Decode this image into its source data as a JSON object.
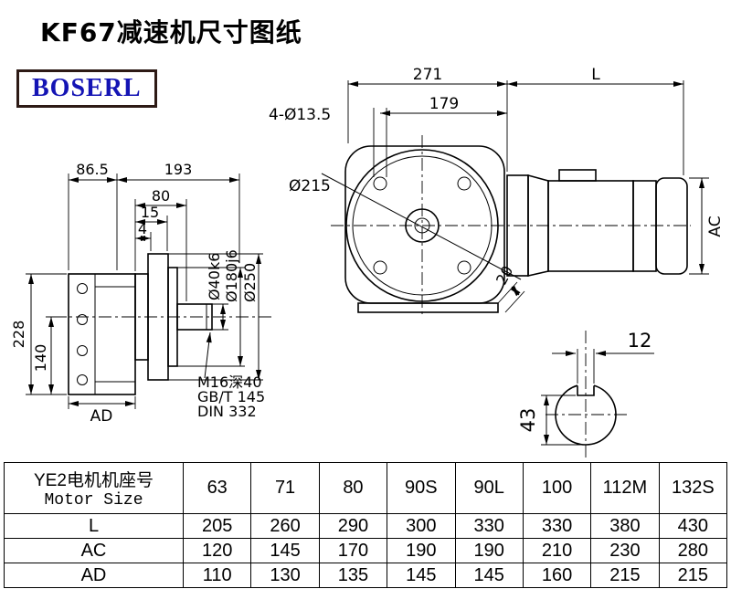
{
  "title": "KF67减速机尺寸图纸",
  "logo": "BOSERL",
  "side_view": {
    "dim_86_5": "86.5",
    "dim_193": "193",
    "dim_80": "80",
    "dim_15": "15",
    "dim_4": "4",
    "dim_228": "228",
    "dim_140": "140",
    "dim_ad": "AD",
    "dia_shaft": "Ø40k6",
    "dia_spigot": "Ø180j6",
    "dia_flange": "Ø250",
    "note_line1": "M16深40",
    "note_line2": "GB/T 145",
    "note_line3": "DIN 332"
  },
  "front_view": {
    "dim_271": "271",
    "dim_179": "179",
    "dim_l": "L",
    "dim_bolt_holes": "4-Ø13.5",
    "dia_flange_circle": "Ø215",
    "dim_ac": "AC",
    "dim_20": "20"
  },
  "shaft_section": {
    "dim_key_width": "12",
    "dim_43": "43"
  },
  "table": {
    "header": {
      "label_cn": "YE2电机机座号",
      "label_en": "Motor Size",
      "values": [
        "63",
        "71",
        "80",
        "90S",
        "90L",
        "100",
        "112M",
        "132S"
      ]
    },
    "rows": [
      {
        "label": "L",
        "values": [
          "205",
          "260",
          "290",
          "300",
          "330",
          "330",
          "380",
          "430"
        ]
      },
      {
        "label": "AC",
        "values": [
          "120",
          "145",
          "170",
          "190",
          "190",
          "210",
          "230",
          "280"
        ]
      },
      {
        "label": "AD",
        "values": [
          "110",
          "130",
          "135",
          "145",
          "145",
          "160",
          "215",
          "215"
        ]
      }
    ]
  }
}
